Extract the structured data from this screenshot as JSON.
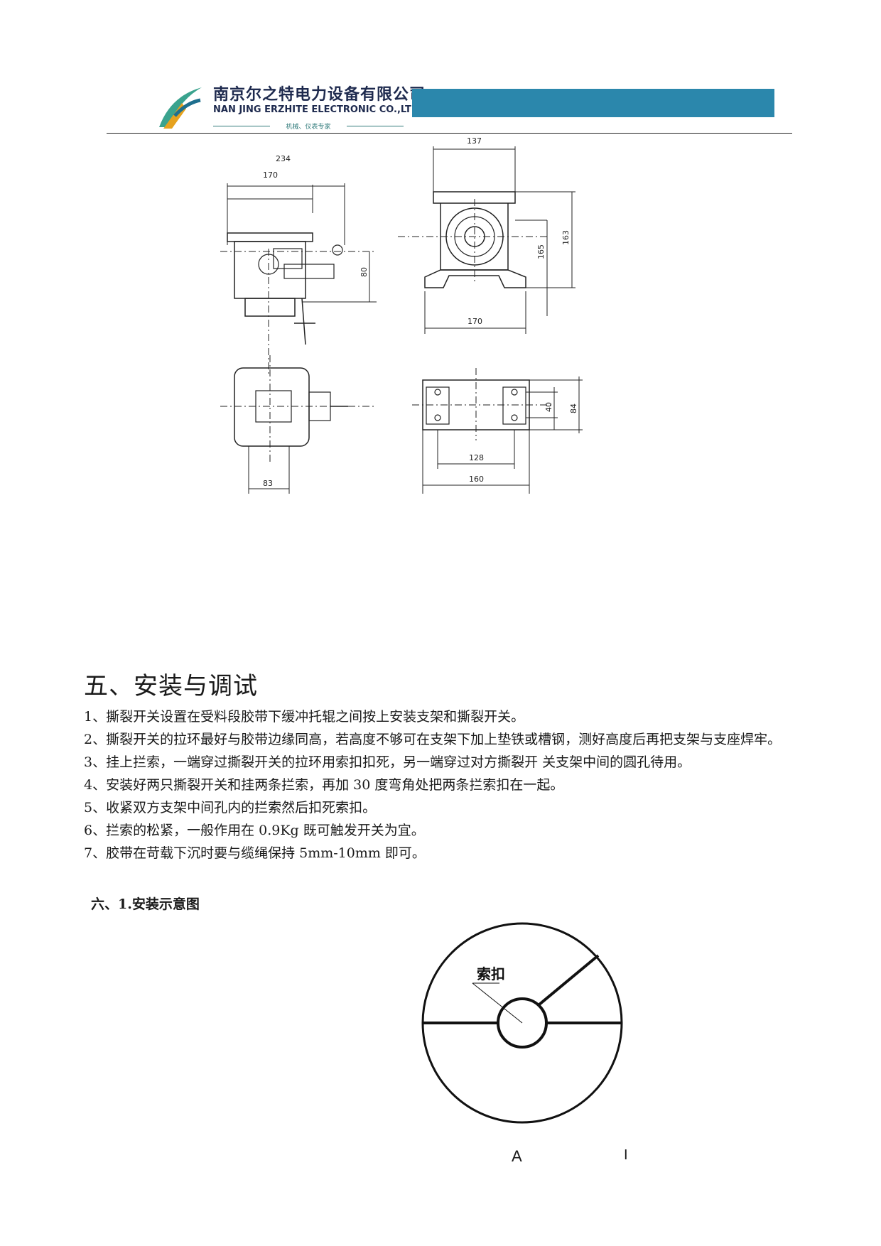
{
  "header": {
    "company_cn": "南京尔之特电力设备有限公司",
    "company_en": "NAN JING ERZHITE ELECTRONIC CO.,LTD",
    "slogan": "机械、仪表专家",
    "brand_color": "#2b87ac"
  },
  "drawing": {
    "dims": {
      "d234": "234",
      "d170_top": "170",
      "d80": "80",
      "d137": "137",
      "d165": "165",
      "d163": "163",
      "d170_side": "170",
      "d83": "83",
      "d40": "40",
      "d84": "84",
      "d128": "128",
      "d160": "160"
    }
  },
  "section": {
    "title": "五、安装与调试",
    "steps": [
      "1、撕裂开关设置在受料段胶带下缓冲托辊之间按上安装支架和撕裂开关。",
      "2、撕裂开关的拉环最好与胶带边缘同高，若高度不够可在支架下加上垫铁或槽钢，测好高度后再把支架与支座焊牢。",
      "3、挂上拦索，一端穿过撕裂开关的拉环用索扣扣死，另一端穿过对方撕裂开 关支架中间的圆孔待用。",
      "4、安装好两只撕裂开关和挂两条拦索，再加 30 度弯角处把两条拦索扣在一起。",
      "5、收紧双方支架中间孔内的拦索然后扣死索扣。",
      "6、拦索的松紧，一般作用在 0.9Kg 既可触发开关为宜。",
      "7、胶带在苛载下沉时要与缆绳保持 5mm-10mm 即可。"
    ]
  },
  "subsection": {
    "title": "六、1.安装示意图"
  },
  "install_diagram": {
    "buckle_label": "索扣",
    "label_a": "A",
    "label_i": "I"
  }
}
